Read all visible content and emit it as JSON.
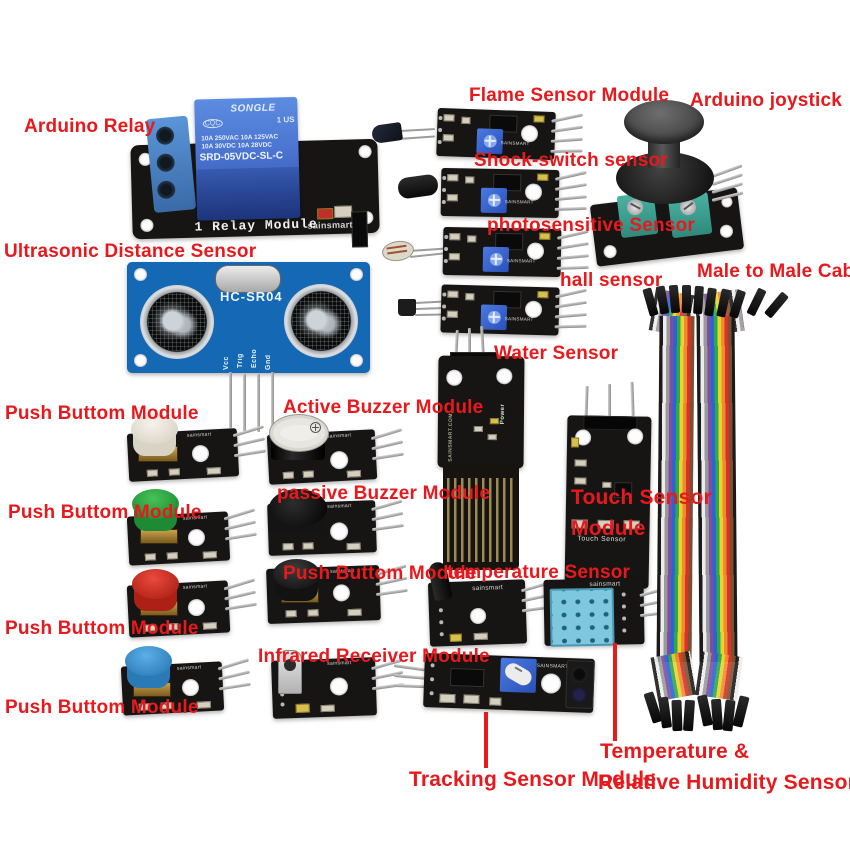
{
  "labels": {
    "arduino_relay": "Arduino Relay",
    "ultrasonic": "Ultrasonic Distance Sensor",
    "flame": "Flame Sensor Module",
    "joystick": "Arduino joystick",
    "shock": "Shock-switch sensor",
    "photosensitive": "photosensitive Sensor",
    "hall": "hall sensor",
    "male_cable": "Male to Male Cable",
    "water": "Water Sensor",
    "push_buttom": "Push Buttom Module",
    "active_buzzer": "Active Buzzer Module",
    "passive_buzzer": "passive Buzzer Module",
    "touch_line1": "Touch Sensor",
    "touch_line2": "Module",
    "temperature": "temperature Sensor",
    "infrared": "Infrared Receiver Module",
    "tracking": "Tracking Sensor Module",
    "humidity_line1": "Temperature &",
    "humidity_line2": "Relative Humidity Sensor Module"
  },
  "prints": {
    "relay_brand": "SONGLE",
    "relay_cert": "CQC",
    "relay_us": "1 US",
    "relay_rating1": "10A 250VAC  10A 125VAC",
    "relay_rating2": "10A 30VDC   10A 28VDC",
    "relay_model": "SRD-05VDC-SL-C",
    "relay_board": "1 Relay Module",
    "sainsmart": "sainsmart",
    "sainsmart_caps": "SAINSMART",
    "ultrasonic_model": "HC-SR04",
    "ultrasonic_pins": [
      "Vcc",
      "Trig",
      "Echo",
      "Gnd"
    ],
    "water_header": "S + -",
    "water_power": "Power",
    "water_site": "SAINSMART.COM",
    "touch_print": "Touch Sensor"
  },
  "colors": {
    "label_red": "#e8191d",
    "pcb_black": "#171514",
    "relay_blue": "#4a74d0",
    "terminal_blue": "#4a86c8",
    "ultrasonic_blue": "#1468b4",
    "trimmer_blue": "#3a6cd8",
    "joystick_teal": "#3ca294",
    "dht11_blue": "#7ec8de",
    "button_white": "#f4f1e9",
    "button_green": "#39b54a",
    "button_red": "#e23b30",
    "button_blue": "#4ba3dd",
    "button_black": "#2e2e2e",
    "wire_colors": [
      "#1a1a1a",
      "#ececec",
      "#9a9a9a",
      "#7d4f9e",
      "#2a62d8",
      "#2aa84e",
      "#e8d42c",
      "#ef8d2c",
      "#d8302a",
      "#7a5030"
    ]
  }
}
